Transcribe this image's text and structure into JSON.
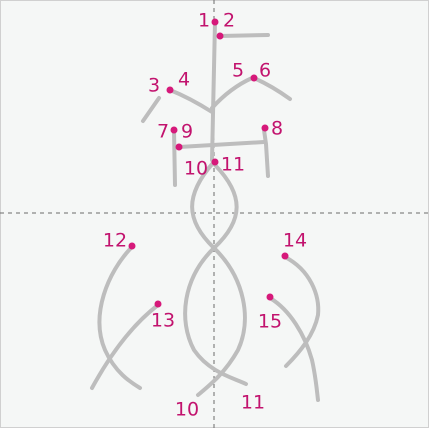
{
  "colors": {
    "background": "#f5f7f6",
    "stroke": "#bdbdbd",
    "marker": "#d6197a",
    "label": "#c2136e",
    "guide": "#6b6b6b"
  },
  "labels": {
    "l1": "1",
    "l2": "2",
    "l3": "3",
    "l4": "4",
    "l5": "5",
    "l6": "6",
    "l7": "7",
    "l8": "8",
    "l9": "9",
    "l10_top": "10",
    "l11_top": "11",
    "l12": "12",
    "l13": "13",
    "l14": "14",
    "l15": "15",
    "l10_bottom": "10",
    "l11_bottom": "11"
  }
}
